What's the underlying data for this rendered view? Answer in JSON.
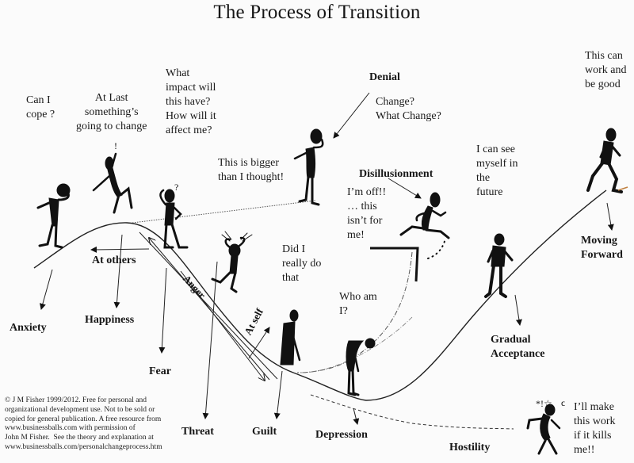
{
  "title": "The Process of Transition",
  "stages": {
    "anxiety": "Anxiety",
    "happiness": "Happiness",
    "fear": "Fear",
    "threat": "Threat",
    "guilt": "Guilt",
    "depression": "Depression",
    "hostility": "Hostility",
    "denial": "Denial",
    "disillusionment": "Disillusionment",
    "gradual_acceptance": "Gradual\nAcceptance",
    "moving_forward": "Moving\nForward",
    "at_others": "At others",
    "anger": "Anger",
    "at_self": "At self"
  },
  "quotes": {
    "can_i_cope": "Can I\ncope ?",
    "at_last": "At Last\nsomething’s\ngoing to change",
    "what_impact": "What\nimpact will\nthis have?\nHow will it\naffect me?",
    "change_what_change": "Change?\nWhat Change?",
    "bigger": "This is bigger\nthan I thought!",
    "im_off": "I’m off!!\n… this\nisn’t for\nme!",
    "did_i": "Did I\nreally do\nthat",
    "who_am_i": "Who am\nI?",
    "see_myself": "I can see\nmyself in\nthe\nfuture",
    "this_can_work": "This can\nwork and\nbe good",
    "make_this_work": "I’ll make\nthis work\nif it kills\nme!!"
  },
  "copyright": "© J M Fisher 1999/2012. Free for personal and\norganizational development use. Not to be sold or\ncopied for general publication. A free resource from\nwww.businessballs.com with permission of\nJohn M Fisher.  See the theory and explanation at\nwww.businessballs.com/personalchangeprocess.htm",
  "colors": {
    "ink": "#111111",
    "background": "#fbfbfb",
    "accent_foot": "#c08040"
  }
}
